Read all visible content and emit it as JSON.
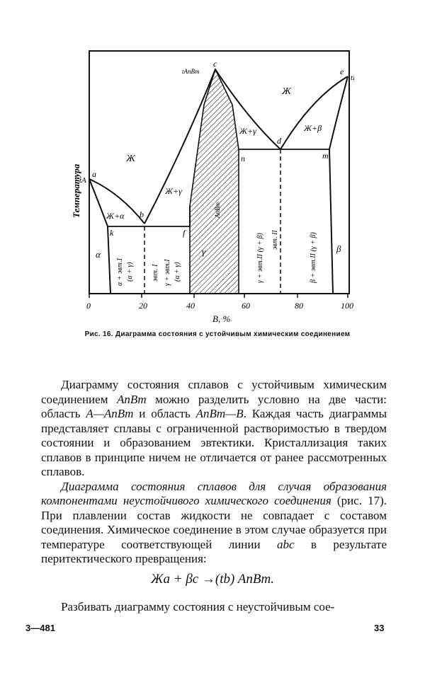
{
  "figure": {
    "axis_title_y": "Температура",
    "axis_title_x": "B, %",
    "x_ticks": [
      "0",
      "20",
      "40",
      "60",
      "80",
      "100"
    ],
    "point_labels": {
      "tA": "tA",
      "tAnBm": "tAnBm",
      "tB": "tB",
      "a": "a",
      "b": "b",
      "c": "c",
      "d": "d",
      "e": "e",
      "f": "f",
      "k": "k",
      "m": "m",
      "n": "n"
    },
    "region_labels": {
      "liquid_left": "Ж",
      "liquid_right": "Ж",
      "liquid_alpha": "Ж+α",
      "liquid_gamma_left": "Ж+γ",
      "liquid_gamma_right": "Ж+γ",
      "liquid_beta": "Ж+β",
      "alpha": "α",
      "beta": "β",
      "gamma": "γ",
      "compound": "AnBm",
      "col1": "α + эвт.I",
      "col1b": "(α + γ)",
      "col2": "эвт. I",
      "col3": "γ + эвт.I",
      "col3b": "(α + γ)",
      "col4": "γ + эвт.II (γ + β)",
      "col5": "эвт. II",
      "col6": "β + эвт.II (γ + β)"
    }
  },
  "caption": {
    "number": "Рис. 16.",
    "text": "Диаграмма состояния с устойчивым химическим соединением"
  },
  "paragraph1": {
    "t1": "Диаграмму состояния сплавов с устойчивым химическим соединением ",
    "f1": "AnBm",
    "t2": " можно разделить условно на две части: область ",
    "f2": "A—AnBm",
    "t3": " и область ",
    "f3": "AnBm—B",
    "t4": ". Каждая часть диаграммы представляет сплавы с ограниченной растворимостью в твердом состоянии и образованием эвтектики. Кристаллизация таких сплавов в принципе ничем не отличается от ранее рассмотренных сплавов."
  },
  "paragraph2": {
    "italic": "Диаграмма состояния сплавов для случая образования компонентами неустойчивого химического соединения",
    "t1": " (рис. 17). При плавлении состав жидкости не совпадает с составом соединения. Химическое соединение в этом случае образуется при температуре соответствующей линии ",
    "abc": "abc",
    "t2": " в результате перитектического превращения:"
  },
  "formula": "Жa + βc →(tb) AnBm.",
  "last_line": "Разбивать диаграмму состояния с неустойчивым сое-",
  "footer": {
    "left": "3—481",
    "right": "33"
  }
}
